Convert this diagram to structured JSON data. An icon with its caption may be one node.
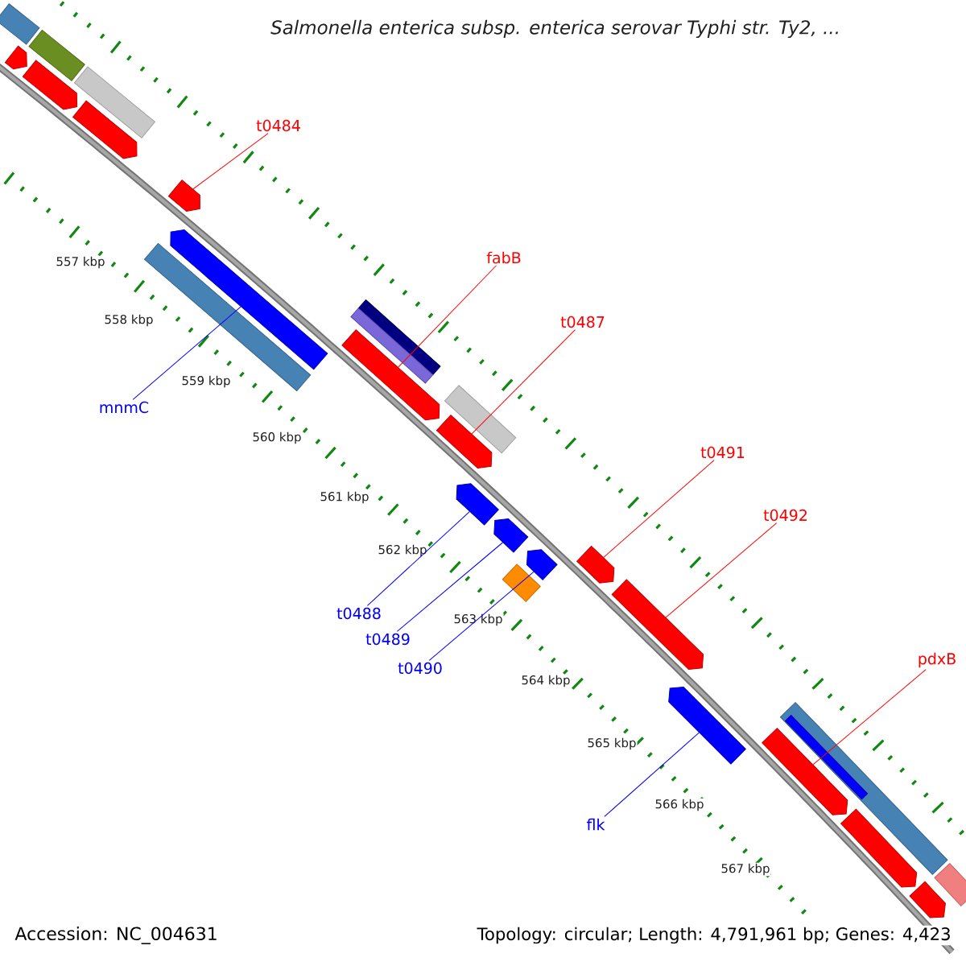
{
  "diagram": {
    "title": "Salmonella enterica subsp. enterica serovar Typhi str. Ty2, ...",
    "nodes": [
      {
        "text": [
          "t0484"
        ]
      },
      {
        "text": [
          "fabB"
        ]
      },
      {
        "text": [
          "t0487"
        ]
      },
      {
        "text": [
          "mnmC"
        ]
      },
      {
        "text": [
          "t0491"
        ]
      },
      {
        "text": [
          "t0492"
        ]
      },
      {
        "text": [
          "t0488"
        ]
      },
      {
        "text": [
          "t0489"
        ]
      },
      {
        "text": [
          "pdxB"
        ]
      },
      {
        "text": [
          "t0490"
        ]
      },
      {
        "text": [
          "flk"
        ]
      },
      {
        "text": [],
        "shape": "box"
      },
      {
        "text": [],
        "shape": "pentagon"
      },
      {
        "text": [],
        "shape": "box"
      },
      {
        "text": [],
        "shape": "pentagon"
      },
      {
        "text": [],
        "shape": "box"
      },
      {
        "text": [],
        "shape": "pentagon"
      },
      {
        "text": [],
        "shape": "pentagon"
      },
      {
        "text": [],
        "shape": "box"
      },
      {
        "text": [],
        "shape": "pentagon"
      },
      {
        "text": [],
        "shape": "box"
      },
      {
        "text": [],
        "shape": "box"
      },
      {
        "text": [],
        "shape": "pentagon"
      },
      {
        "text": [],
        "shape": "box"
      },
      {
        "text": [],
        "shape": "pentagon"
      },
      {
        "text": [],
        "shape": "pentagon"
      },
      {
        "text": [],
        "shape": "pentagon"
      },
      {
        "text": [],
        "shape": "box"
      },
      {
        "text": [],
        "shape": "pentagon"
      },
      {
        "text": [],
        "shape": "pentagon"
      },
      {
        "text": [],
        "shape": "pentagon"
      },
      {
        "text": [],
        "shape": "pentagon"
      },
      {
        "text": [],
        "shape": "pentagon"
      },
      {
        "text": [],
        "shape": "box",
        "in": 34
      },
      {
        "text": [],
        "shape": "box"
      },
      {
        "text": [],
        "shape": "pentagon"
      },
      {
        "text": [],
        "shape": "pentagon"
      },
      {
        "text": [],
        "shape": "box"
      }
    ],
    "edges": [
      {
        "from": 0,
        "to": 17,
        "arrow": "none"
      },
      {
        "from": 1,
        "to": 22,
        "arrow": "none"
      },
      {
        "from": 2,
        "to": 24,
        "arrow": "none"
      },
      {
        "from": 3,
        "to": 19,
        "arrow": "none",
        "color": "#0000ff"
      },
      {
        "from": 4,
        "to": 29,
        "arrow": "none"
      },
      {
        "from": 5,
        "to": 30,
        "arrow": "none"
      },
      {
        "from": 6,
        "to": 25,
        "arrow": "none",
        "color": "#0000ff"
      },
      {
        "from": 7,
        "to": 26,
        "arrow": "none",
        "color": "#0000ff"
      },
      {
        "from": 8,
        "to": 32,
        "arrow": "none"
      },
      {
        "from": 9,
        "to": 28,
        "arrow": "none",
        "color": "#0000ff"
      },
      {
        "from": 10,
        "to": 31,
        "arrow": "none",
        "color": "#0000ff"
      }
    ],
    "labels": [
      "557 kbp",
      "558 kbp",
      "559 kbp",
      "560 kbp",
      "561 kbp",
      "562 kbp",
      "563 kbp",
      "564 kbp",
      "565 kbp",
      "566 kbp",
      "567 kbp",
      "Accession: NC_004631",
      "Topology: circular; Length: 4,791,961 bp; Genes: 4,423"
    ]
  }
}
